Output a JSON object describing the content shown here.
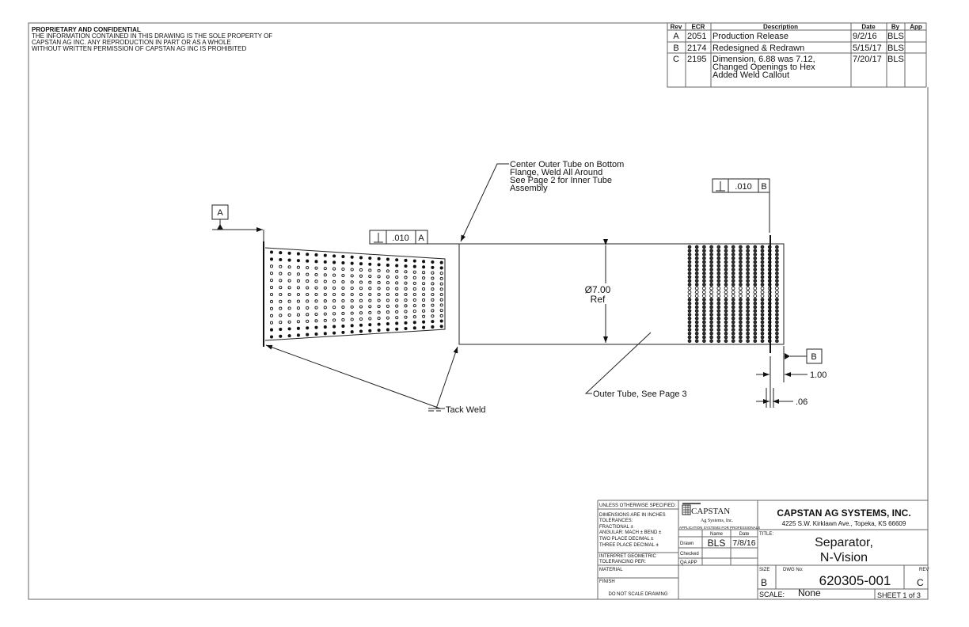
{
  "notice": {
    "title": "PROPRIETARY AND CONFIDENTIAL",
    "lines": [
      "THE INFORMATION CONTAINED IN THIS DRAWING IS THE SOLE PROPERTY OF",
      "CAPSTAN AG INC. ANY REPRODUCTION IN PART OR AS A WHOLE",
      "WITHOUT WRITTEN PERMISSION OF CAPSTAN AG INC IS PROHIBITED"
    ]
  },
  "revisions": {
    "headers": [
      "Rev",
      "ECR",
      "Description",
      "Date",
      "By",
      "App"
    ],
    "rows": [
      {
        "rev": "A",
        "ecr": "2051",
        "desc": [
          "Production Release"
        ],
        "date": "9/2/16",
        "by": "BLS"
      },
      {
        "rev": "B",
        "ecr": "2174",
        "desc": [
          "Redesigned & Redrawn"
        ],
        "date": "5/15/17",
        "by": "BLS"
      },
      {
        "rev": "C",
        "ecr": "2195",
        "desc": [
          "Dimension, 6.88 was 7.12,",
          "Changed Openings to Hex",
          "Added Weld Callout"
        ],
        "date": "7/20/17",
        "by": "BLS"
      }
    ]
  },
  "drawing": {
    "datum_a": "A",
    "datum_b": "B",
    "fcf_a": {
      "tol": ".010",
      "datum": "A"
    },
    "fcf_b": {
      "tol": ".010",
      "datum": "B"
    },
    "note_center": [
      "Center Outer Tube on Bottom",
      "Flange, Weld All Around",
      "See Page 2 for Inner Tube",
      "Assembly"
    ],
    "dia": "Ø7.00",
    "dia_ref": "Ref",
    "tack_weld": "Tack Weld",
    "outer_tube": "Outer Tube, See Page 3",
    "dim_100": "1.00",
    "dim_06": ".06"
  },
  "title_block": {
    "tolerances": [
      "UNLESS OTHERWISE SPECIFIED:",
      "DIMENSIONS ARE IN INCHES",
      "TOLERANCES:",
      "FRACTIONAL ±",
      "ANGULAR: MACH ±   BEND ±",
      "TWO PLACE DECIMAL   ±",
      "THREE PLACE DECIMAL  ±",
      "INTERPRET GEOMETRIC",
      "TOLERANCING PER:",
      "MATERIAL",
      "FINISH",
      "DO NOT SCALE DRAWING"
    ],
    "logo": {
      "name": "CAPSTAN",
      "sub": "Ag Systems, Inc.",
      "tagline": "APPLICATION SYSTEMS FOR PROFESSIONALS"
    },
    "name_label": "Name",
    "date_label": "Date",
    "drawn_label": "Drawn",
    "checked_label": "Checked",
    "qa_label": "QA APP",
    "drawn_by": "BLS",
    "drawn_date": "7/8/16",
    "company": "CAPSTAN AG SYSTEMS, INC.",
    "address": "4225 S.W. Kirklawn Ave., Topeka, KS 66609",
    "title_label": "TITLE:",
    "title": [
      "Separator,",
      "N-Vision"
    ],
    "size_label": "SIZE",
    "size": "B",
    "dwg_label": "DWG No:",
    "dwg_no": "620305-001",
    "rev_label": "REV",
    "rev": "C",
    "scale_label": "SCALE:",
    "scale": "None",
    "sheet": "SHEET 1 of 3"
  }
}
